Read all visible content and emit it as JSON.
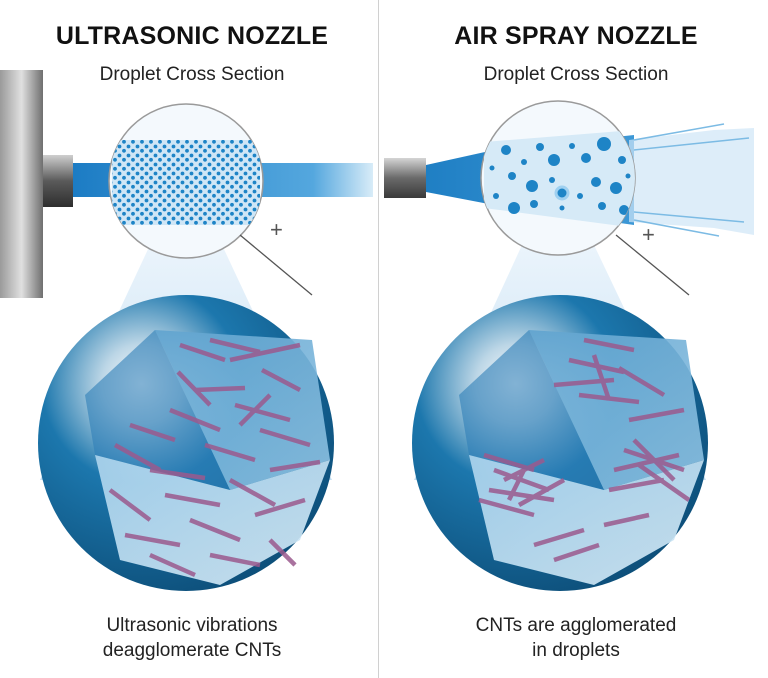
{
  "panels": [
    {
      "title": "ULTRASONIC NOZZLE",
      "subtitle": "Droplet Cross Section",
      "caption": [
        "Ultrasonic vibrations",
        "deagglomerate CNTs"
      ]
    },
    {
      "title": "AIR SPRAY NOZZLE",
      "subtitle": "Droplet Cross Section",
      "caption": [
        "CNTs are agglomerated",
        "in droplets"
      ]
    }
  ],
  "zoom_symbol": "+",
  "colors": {
    "spray_blue": "#1f7fc4",
    "droplet_blue": "#1e84c6",
    "cnt_purple": "#9b5a8e",
    "nozzle_gray": "#8a8a8a"
  }
}
